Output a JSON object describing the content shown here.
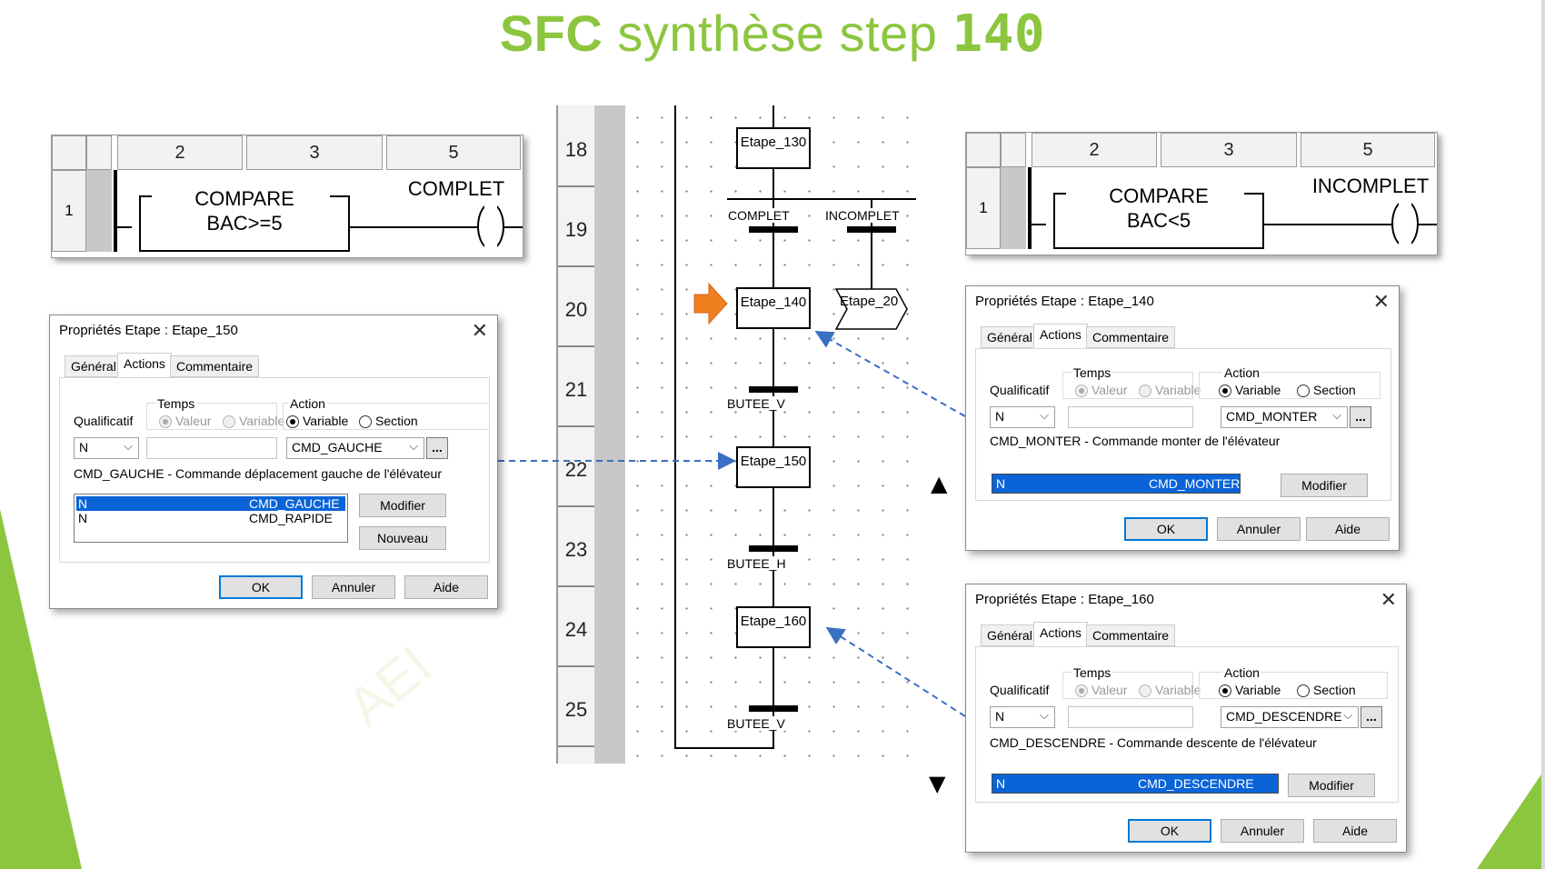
{
  "title": {
    "part1": "SFC",
    "part2": " synthèse step ",
    "part3": "140"
  },
  "ladder_left": {
    "columns": [
      "2",
      "3",
      "5"
    ],
    "row": "1",
    "compare_line1": "COMPARE",
    "compare_line2": "BAC>=5",
    "coil": "COMPLET"
  },
  "ladder_right": {
    "columns": [
      "2",
      "3",
      "5"
    ],
    "row": "1",
    "compare_line1": "COMPARE",
    "compare_line2": "BAC<5",
    "coil": "INCOMPLET"
  },
  "sfc": {
    "rows": [
      "18",
      "19",
      "20",
      "21",
      "22",
      "23",
      "24",
      "25"
    ],
    "steps": [
      "Etape_130",
      "Etape_140",
      "Etape_150",
      "Etape_160"
    ],
    "jump": "Etape_20",
    "transitions": [
      "COMPLET",
      "INCOMPLET",
      "BUTEE_V",
      "BUTEE_H",
      "BUTEE_V"
    ]
  },
  "dialog_150": {
    "title": "Propriétés Etape : Etape_150",
    "tabs": [
      "Général",
      "Actions",
      "Commentaire"
    ],
    "qualificatif_label": "Qualificatif",
    "qualificatif": "N",
    "temps_label": "Temps",
    "valeur": "Valeur",
    "variable": "Variable",
    "action_label": "Action",
    "action_variable": "Variable",
    "action_section": "Section",
    "action_value": "CMD_GAUCHE",
    "dots": "...",
    "description": "CMD_GAUCHE - Commande déplacement gauche de l'élévateur",
    "list": [
      {
        "q": "N",
        "v": "CMD_GAUCHE"
      },
      {
        "q": "N",
        "v": "CMD_RAPIDE"
      }
    ],
    "btn_modifier": "Modifier",
    "btn_nouveau": "Nouveau",
    "btn_ok": "OK",
    "btn_annuler": "Annuler",
    "btn_aide": "Aide"
  },
  "dialog_140": {
    "title": "Propriétés Etape : Etape_140",
    "tabs": [
      "Général",
      "Actions",
      "Commentaire"
    ],
    "qualificatif_label": "Qualificatif",
    "qualificatif": "N",
    "temps_label": "Temps",
    "valeur": "Valeur",
    "variable": "Variable",
    "action_label": "Action",
    "action_variable": "Variable",
    "action_section": "Section",
    "action_value": "CMD_MONTER",
    "dots": "...",
    "description": "CMD_MONTER - Commande monter de l'élévateur",
    "selected_q": "N",
    "selected_v": "CMD_MONTER",
    "btn_modifier": "Modifier",
    "btn_ok": "OK",
    "btn_annuler": "Annuler",
    "btn_aide": "Aide"
  },
  "dialog_160": {
    "title": "Propriétés Etape : Etape_160",
    "tabs": [
      "Général",
      "Actions",
      "Commentaire"
    ],
    "qualificatif_label": "Qualificatif",
    "qualificatif": "N",
    "temps_label": "Temps",
    "valeur": "Valeur",
    "variable": "Variable",
    "action_label": "Action",
    "action_variable": "Variable",
    "action_section": "Section",
    "action_value": "CMD_DESCENDRE",
    "dots": "...",
    "description": "CMD_DESCENDRE - Commande descente de l'élévateur",
    "selected_q": "N",
    "selected_v": "CMD_DESCENDRE",
    "btn_modifier": "Modifier",
    "btn_ok": "OK",
    "btn_annuler": "Annuler",
    "btn_aide": "Aide"
  },
  "arrows": {
    "up": "▲",
    "down": "▼"
  },
  "colors": {
    "accent_green": "#8cc63f",
    "selection_blue": "#0a64d8",
    "step_marker_orange": "#f07f1e",
    "link_blue": "#3b6fc2"
  }
}
